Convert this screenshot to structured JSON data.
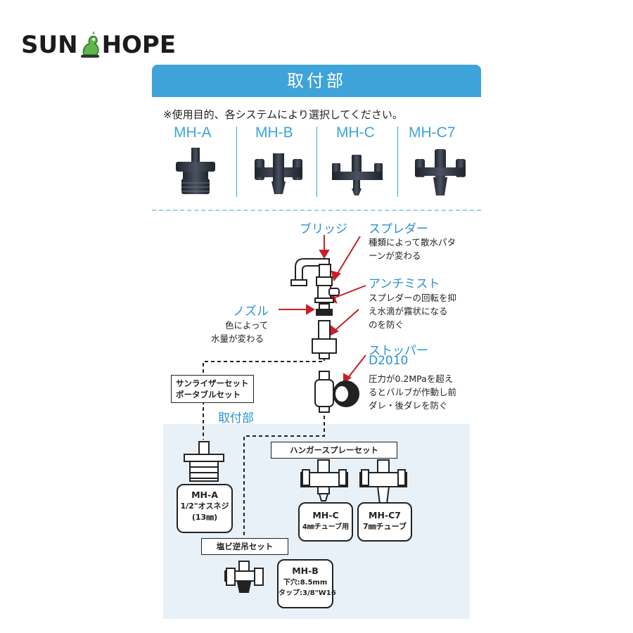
{
  "logo": {
    "text_left": "SUN",
    "text_right": "HOPE"
  },
  "header": {
    "title": "取付部"
  },
  "note": "※使用目的、各システムにより選択してください。",
  "models": [
    "MH-A",
    "MH-B",
    "MH-C",
    "MH-C7"
  ],
  "diagram": {
    "bridge": "ブリッジ",
    "spreader": {
      "title": "スプレダー",
      "desc1": "種類によって散水パタ",
      "desc2": "ーンが変わる"
    },
    "antimist": {
      "title": "アンチミスト",
      "desc1": "スプレダーの回転を抑",
      "desc2": "え水滴が霧状になる",
      "desc3": "のを防ぐ"
    },
    "nozzle": {
      "title": "ノズル",
      "desc1": "色によって",
      "desc2": "水量が変わる"
    },
    "stopper": {
      "title1": "ストッパー",
      "title2": "D2010",
      "desc1": "圧力が0.2MPaを超え",
      "desc2": "るとバルブが作動し前",
      "desc3": "ダレ・後ダレを防ぐ"
    },
    "set_box": {
      "line1": "サンライザーセット",
      "line2": "ポータブルセット"
    },
    "attach_label": "取付部",
    "hanger_set": "ハンガースプレーセット",
    "pvc_set": "塩ビ逆吊セット",
    "mha_box": {
      "name": "MH-A",
      "line1": "1/2\"オスネジ",
      "line2": "(13㎜)"
    },
    "mhc_box": {
      "name": "MH-C",
      "line1": "4㎜チューブ用"
    },
    "mhc7_box": {
      "name": "MH-C7",
      "line1": "7㎜チューブ"
    },
    "mhb_box": {
      "name": "MH-B",
      "line1": "下穴:8.5mm",
      "line2": "タップ:3/8\"W16"
    }
  },
  "colors": {
    "accent": "#3ea3d9",
    "panel": "#e8f0f8",
    "part": "#2d3440"
  }
}
